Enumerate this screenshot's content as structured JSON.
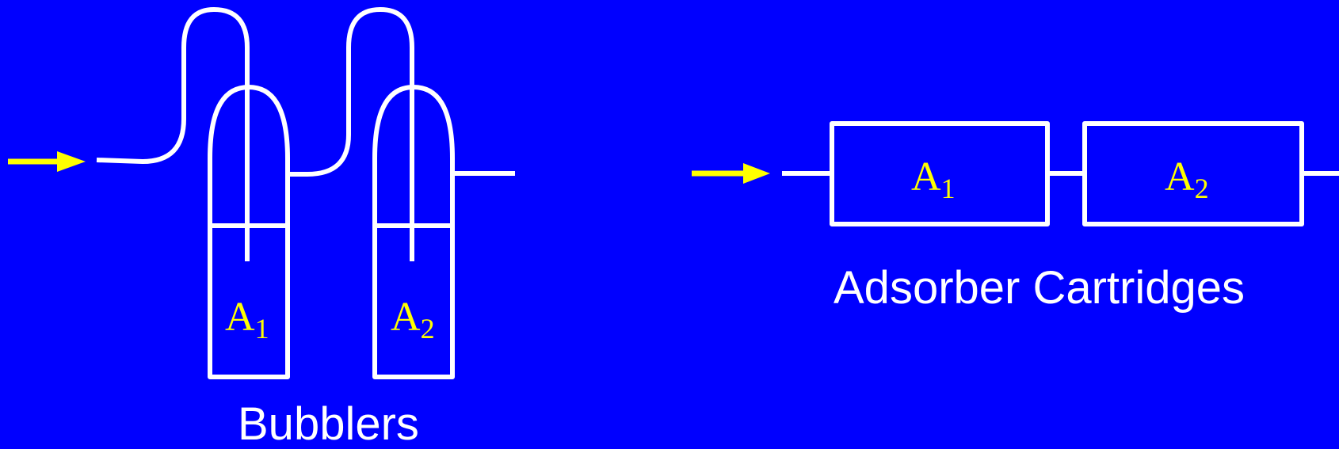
{
  "captions": {
    "bubblers": "Bubblers",
    "cartridges": "Adsorber Cartridges"
  },
  "labels": {
    "bubbler_1": {
      "base": "A",
      "sub": "1"
    },
    "bubbler_2": {
      "base": "A",
      "sub": "2"
    },
    "cartridge_1": {
      "base": "A",
      "sub": "1"
    },
    "cartridge_2": {
      "base": "A",
      "sub": "2"
    }
  },
  "colors": {
    "background": "#0000ff",
    "lines": "#ffffff",
    "arrows": "#ffff00",
    "labels": "#ffff00",
    "captions": "#ffffff"
  }
}
